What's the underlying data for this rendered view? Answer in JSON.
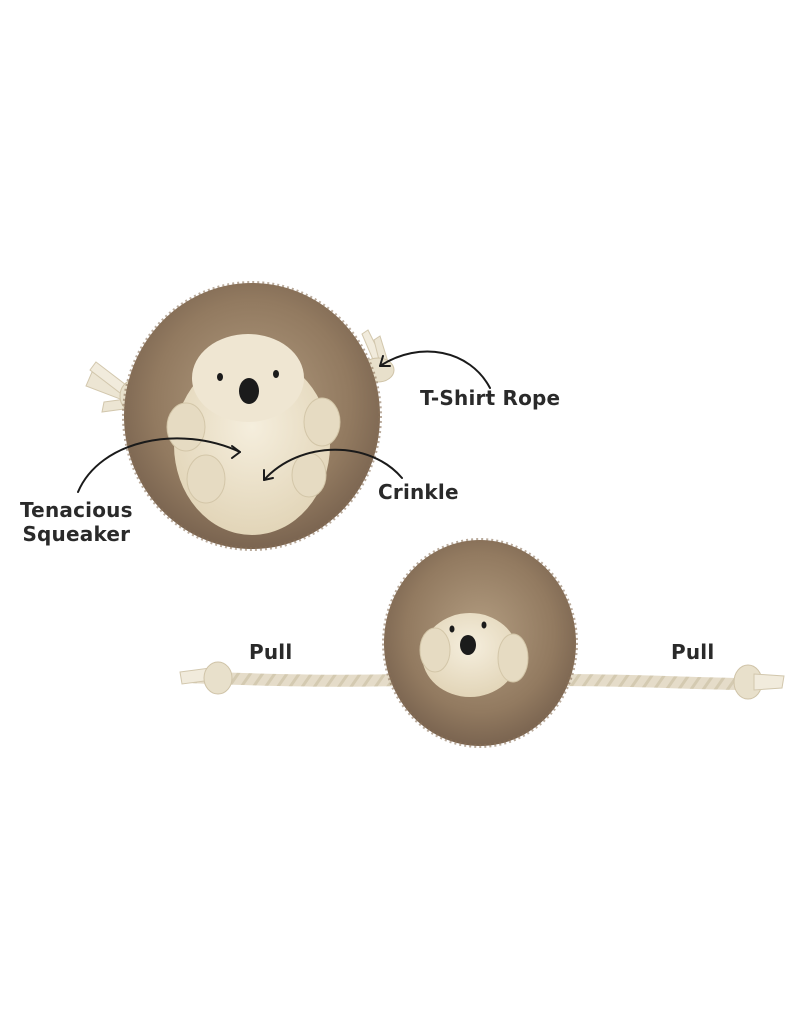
{
  "image": {
    "description": "Plush hedgehog dog toy product feature graphic",
    "background": "#ffffff",
    "colors": {
      "fur_dark": "#7a6450",
      "fur_mid": "#a08a70",
      "fur_light": "#c9b79c",
      "body_cream": "#efe6d2",
      "rope": "#ece5d3",
      "nose": "#1b1b1b",
      "text": "#2a2a2a",
      "arrow": "#1a1a1a"
    }
  },
  "top_view": {
    "callouts": [
      {
        "id": "t-shirt-rope",
        "label": "T-Shirt Rope"
      },
      {
        "id": "tenacious-squeaker",
        "label": "Tenacious\nSqueaker"
      },
      {
        "id": "crinkle",
        "label": "Crinkle"
      }
    ]
  },
  "bottom_view": {
    "left_label": "Pull",
    "right_label": "Pull"
  }
}
